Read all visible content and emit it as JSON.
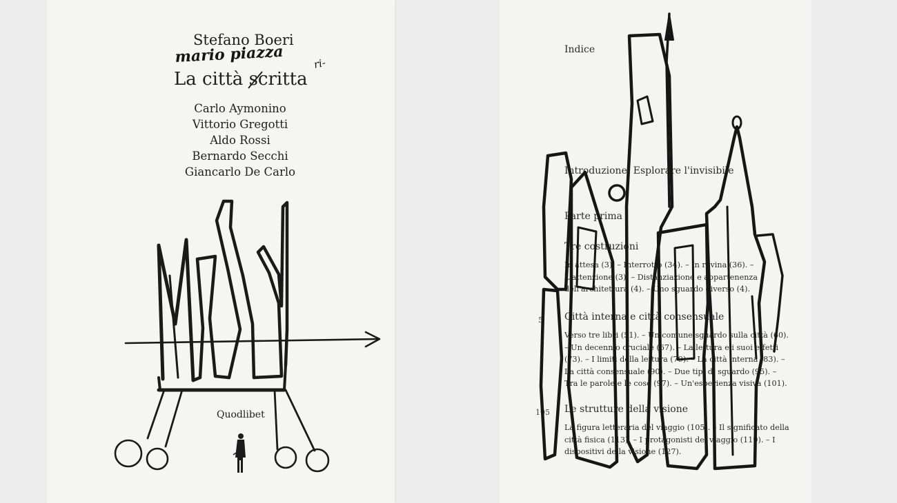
{
  "left_page": {
    "author": "Stefano Boeri",
    "handwritten_name": "mario piazza",
    "handwritten_suffix": "ri-",
    "title": "La città scritta",
    "authors": [
      "Carlo Aymonino",
      "Vittorio Gregotti",
      "Aldo Rossi",
      "Bernardo Secchi",
      "Giancarlo De Carlo"
    ],
    "publisher": "Quodlibet"
  },
  "right_page": {
    "heading": "Indice",
    "entries": [
      {
        "title": "Introduzione. Esplorare l'invisibile"
      },
      {
        "title": "Parte prima"
      },
      {
        "title": "Tre costruzioni",
        "sub": "In attesa (3). – Interrotto (34). – In rovina (36). – L'attenzione (3). – Distanziazione e appartenenza dell'architettura (4). – Uno sguardo diverso (4)."
      },
      {
        "page": "5",
        "title": "Città interna e città consensuale",
        "sub": "Verso tre libri (51). – Un comune sguardo sulla città (60). – Un decennio cruciale (67). – La lettura e i suoi effetti (73). – I limiti della lettura (79). – La città interna (83). – La città consensuale (90). – Due tipi di sguardo (95). – Tra le parole e le cose (97). – Un'esperienza visiva (101)."
      },
      {
        "page": "105",
        "title": "Le strutture della visione",
        "sub": "La figura letteraria del viaggio (105). – Il significato della città fisica (113). – I protagonisti del viaggio (119). – I dispositivi della visione (127)."
      }
    ]
  }
}
